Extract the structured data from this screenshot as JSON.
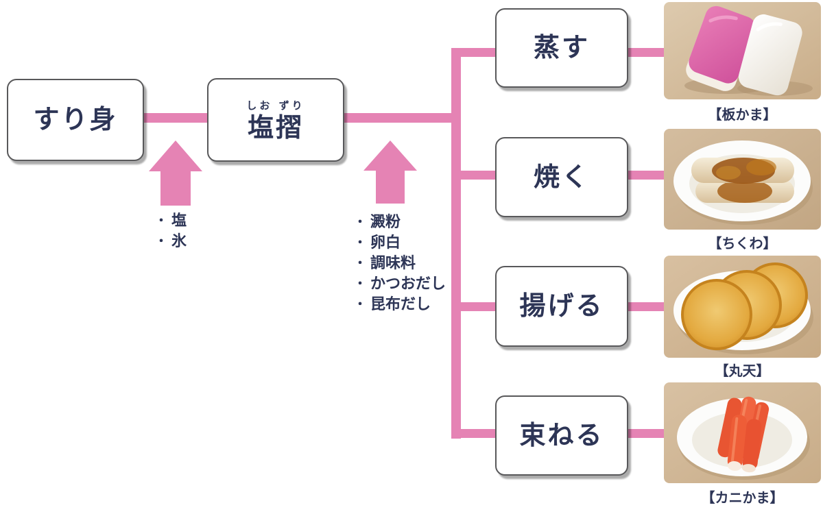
{
  "colors": {
    "accent_pink": "#e583b4",
    "text_navy": "#2d3556",
    "box_border": "#58585a"
  },
  "flow": {
    "bullet": "・",
    "source_box": {
      "label": "すり身"
    },
    "salting_box": {
      "furigana": "しお ずり",
      "label": "塩摺"
    },
    "additives_to_salting": {
      "items": [
        "塩",
        "氷"
      ]
    },
    "additives_to_forming": {
      "items": [
        "澱粉",
        "卵白",
        "調味料",
        "かつおだし",
        "昆布だし"
      ]
    },
    "methods": [
      {
        "label": "蒸す",
        "caption": "【板かま】",
        "photo": "steamed-pink-and-white-kamaboko-blocks"
      },
      {
        "label": "焼く",
        "caption": "【ちくわ】",
        "photo": "grilled-chikuwa-rolls-on-plate"
      },
      {
        "label": "揚げる",
        "caption": "【丸天】",
        "photo": "deep-fried-maruten-discs-on-plate"
      },
      {
        "label": "束ねる",
        "caption": "【カニかま】",
        "photo": "bundled-crab-stick-kanikama-on-plate"
      }
    ]
  }
}
